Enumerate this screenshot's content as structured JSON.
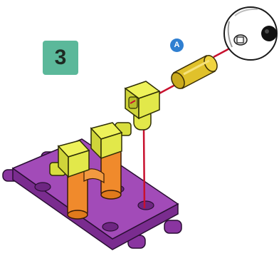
{
  "step": {
    "number": "3"
  },
  "callouts": [
    {
      "label": "A"
    }
  ],
  "colors": {
    "step_badge": "#5bb89a",
    "callout": "#2f7fd1",
    "base_plate": "#9b3fb0",
    "pillar": "#f08a2c",
    "connector": "#e2e84a",
    "rod": "#e0c12b",
    "guide_line": "#c8102e"
  },
  "parts": [
    {
      "name": "base-plate",
      "color": "purple"
    },
    {
      "name": "orange-pillars",
      "color": "orange",
      "count": 2
    },
    {
      "name": "elbow-connectors",
      "color": "yellow",
      "count": 3
    },
    {
      "name": "rod-a",
      "color": "yellow"
    },
    {
      "name": "eyeball",
      "color": "white"
    }
  ]
}
